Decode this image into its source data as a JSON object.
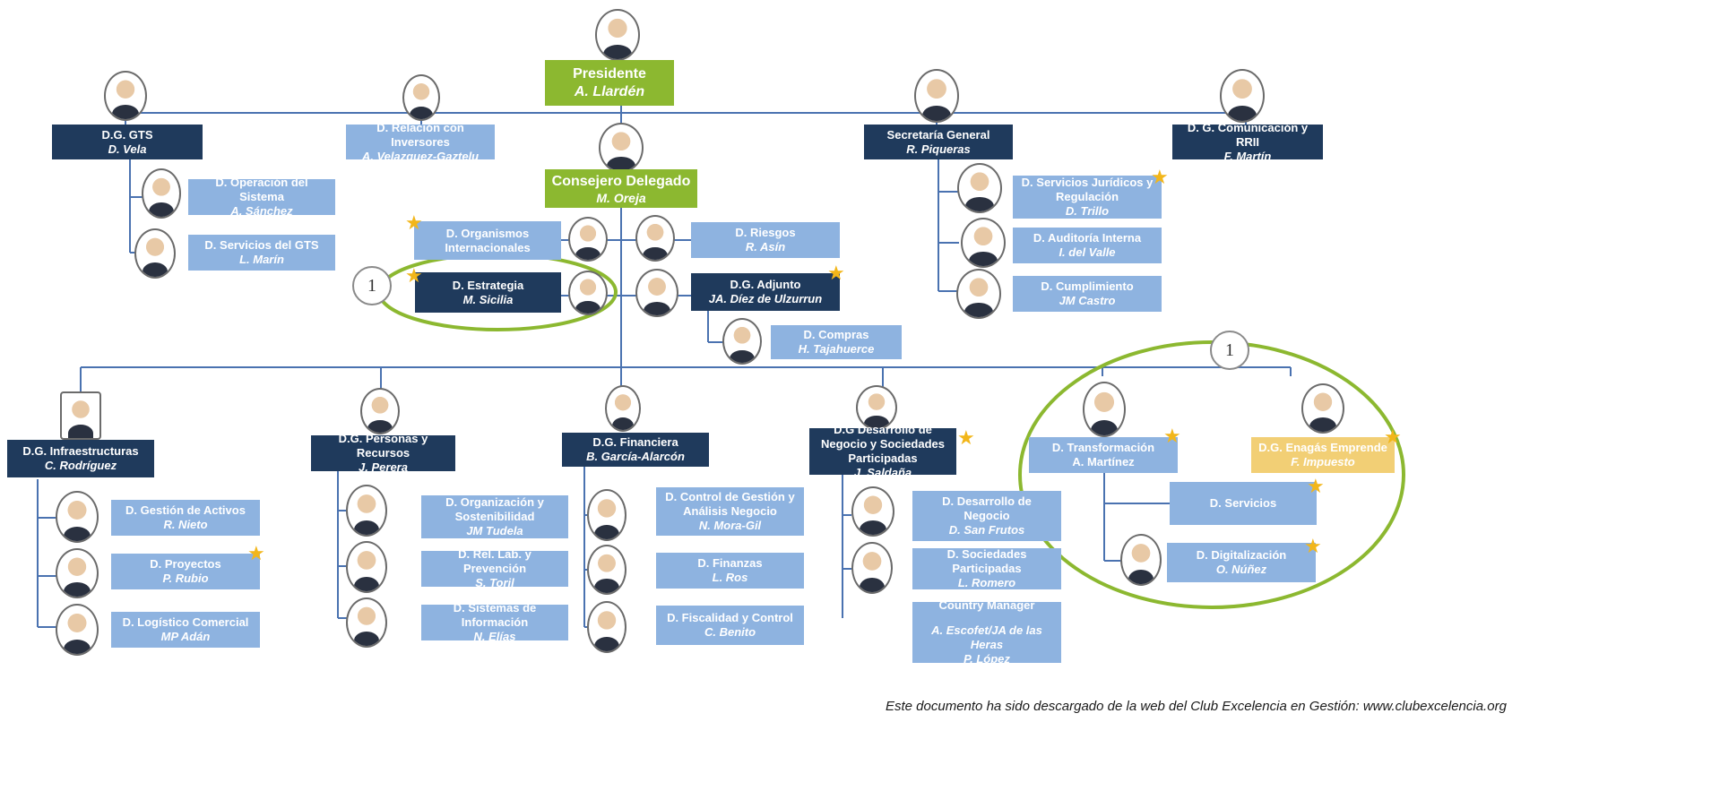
{
  "chart": {
    "president": {
      "title": "Presidente",
      "name": "A. Llardén"
    },
    "gts": {
      "title": "D.G. GTS",
      "name": "D. Vela"
    },
    "inversores": {
      "title": "D. Relación con Inversores",
      "name": "A. Velazquez-Gaztelu"
    },
    "secretaria": {
      "title": "Secretaría General",
      "name": "R. Piqueras"
    },
    "comunicacion": {
      "title": "D. G. Comunicación y RRII",
      "name": "F. Martín"
    },
    "consejero": {
      "title": "Consejero Delegado",
      "name": "M. Oreja"
    },
    "operacion": {
      "title": "D. Operación del Sistema",
      "name": "A. Sánchez"
    },
    "servicios_gts": {
      "title": "D. Servicios del GTS",
      "name": "L. Marín"
    },
    "juridicos": {
      "title": "D. Servicios Jurídicos y Regulación",
      "name": "D. Trillo"
    },
    "auditoria": {
      "title": "D. Auditoría Interna",
      "name": "I. del Valle"
    },
    "cumplimiento": {
      "title": "D. Cumplimiento",
      "name": "JM Castro"
    },
    "organismos": {
      "title": "D. Organismos Internacionales"
    },
    "riesgos": {
      "title": "D. Riesgos",
      "name": "R. Asín"
    },
    "estrategia": {
      "title": "D. Estrategia",
      "name": "M. Sicilia"
    },
    "adjunto": {
      "title": "D.G. Adjunto",
      "name": "JA. Díez de Ulzurrun"
    },
    "compras": {
      "title": "D. Compras",
      "name": "H. Tajahuerce"
    },
    "infra": {
      "title": "D.G. Infraestructuras",
      "name": "C. Rodríguez"
    },
    "activos": {
      "title": "D. Gestión de Activos",
      "name": "R. Nieto"
    },
    "proyectos": {
      "title": "D. Proyectos",
      "name": "P. Rubio"
    },
    "logistico": {
      "title": "D. Logístico Comercial",
      "name": "MP Adán"
    },
    "personas": {
      "title": "D.G. Personas y Recursos",
      "name": "J. Perera"
    },
    "organizacion": {
      "title": "D. Organización y Sostenibilidad",
      "name": "JM Tudela"
    },
    "rel_lab": {
      "title": "D. Rel. Lab. y Prevención",
      "name": "S. Toril"
    },
    "sistemas": {
      "title": "D. Sistemas de Información",
      "name": "N. Elías"
    },
    "financiera": {
      "title": "D.G. Financiera",
      "name": "B. García-Alarcón"
    },
    "control": {
      "title": "D. Control de Gestión y Análisis Negocio",
      "name": "N. Mora-Gil"
    },
    "finanzas": {
      "title": "D. Finanzas",
      "name": "L. Ros"
    },
    "fiscalidad": {
      "title": "D. Fiscalidad y Control",
      "name": "C. Benito"
    },
    "desarrollo_dg": {
      "title": "D.G Desarrollo de Negocio y Sociedades Participadas",
      "name": "J. Saldaña"
    },
    "desarrollo": {
      "title": "D. Desarrollo de Negocio",
      "name": "D. San Frutos"
    },
    "sociedades": {
      "title": "D. Sociedades Participadas",
      "name": "L. Romero"
    },
    "country": {
      "title": "Country Manager",
      "extra": "A. Escofet/JA de las Heras",
      "name": "P. López"
    },
    "transformacion": {
      "title": "D. Transformación",
      "name": "A. Martínez"
    },
    "emprende": {
      "title": "D.G. Enagás Emprende",
      "name": "F. Impuesto"
    },
    "servicios": {
      "title": "D. Servicios"
    },
    "digitalizacion": {
      "title": "D. Digitalización",
      "name": "O. Núñez"
    }
  },
  "badges": {
    "left": "1",
    "right": "1"
  },
  "footer": "Este documento ha sido descargado de la web del Club Excelencia en Gestión: www.clubexcelencia.org",
  "colors": {
    "dark": "#1f3a5c",
    "light": "#8eb3e0",
    "green": "#8cb830",
    "gold": "#f2cf75",
    "star": "#f2b61a",
    "line": "#4a72b0"
  },
  "icons": {
    "star": "star-icon",
    "photo": "portrait-photo"
  }
}
